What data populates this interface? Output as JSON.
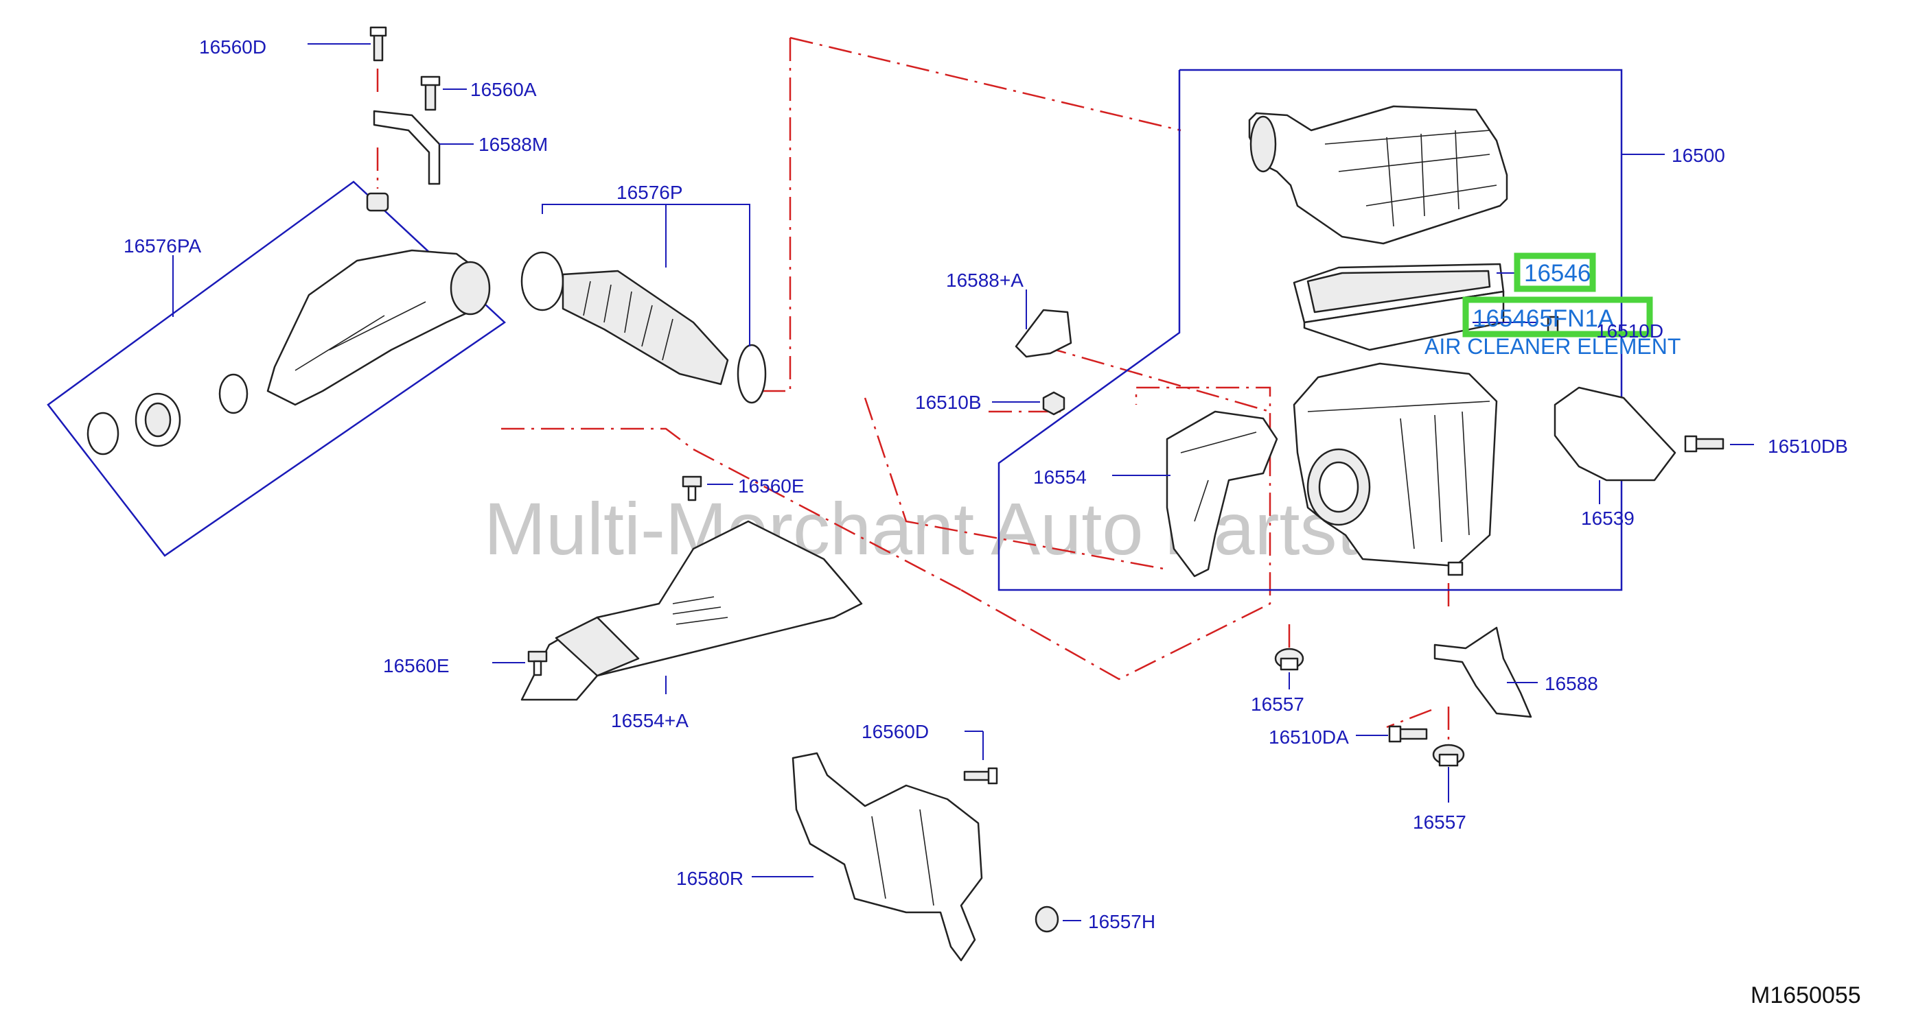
{
  "diagram": {
    "watermark": "Multi-Merchant Auto Partstore",
    "diagram_code": "M1650055",
    "highlight_color": "#4cd43c",
    "label_color": "#1a1ab8",
    "guide_line_color": "#d42020",
    "labels": {
      "p16560D_top": "16560D",
      "p16560A": "16560A",
      "p16588M": "16588M",
      "p16576PA": "16576PA",
      "p16576P": "16576P",
      "p16588A": "16588+A",
      "p16510B": "16510B",
      "p16560E_mid": "16560E",
      "p16560E_low": "16560E",
      "p16554A": "16554+A",
      "p16554": "16554",
      "p16500": "16500",
      "p16546": "16546",
      "p165465FN1A": "165465FN1A",
      "p16510D": "16510D",
      "air_cleaner_element": "AIR CLEANER ELEMENT",
      "p16510DB": "16510DB",
      "p16539": "16539",
      "p16557_mid": "16557",
      "p16588": "16588",
      "p16510DA": "16510DA",
      "p16557_low": "16557",
      "p16560D_low": "16560D",
      "p16580R": "16580R",
      "p16557H": "16557H"
    }
  }
}
